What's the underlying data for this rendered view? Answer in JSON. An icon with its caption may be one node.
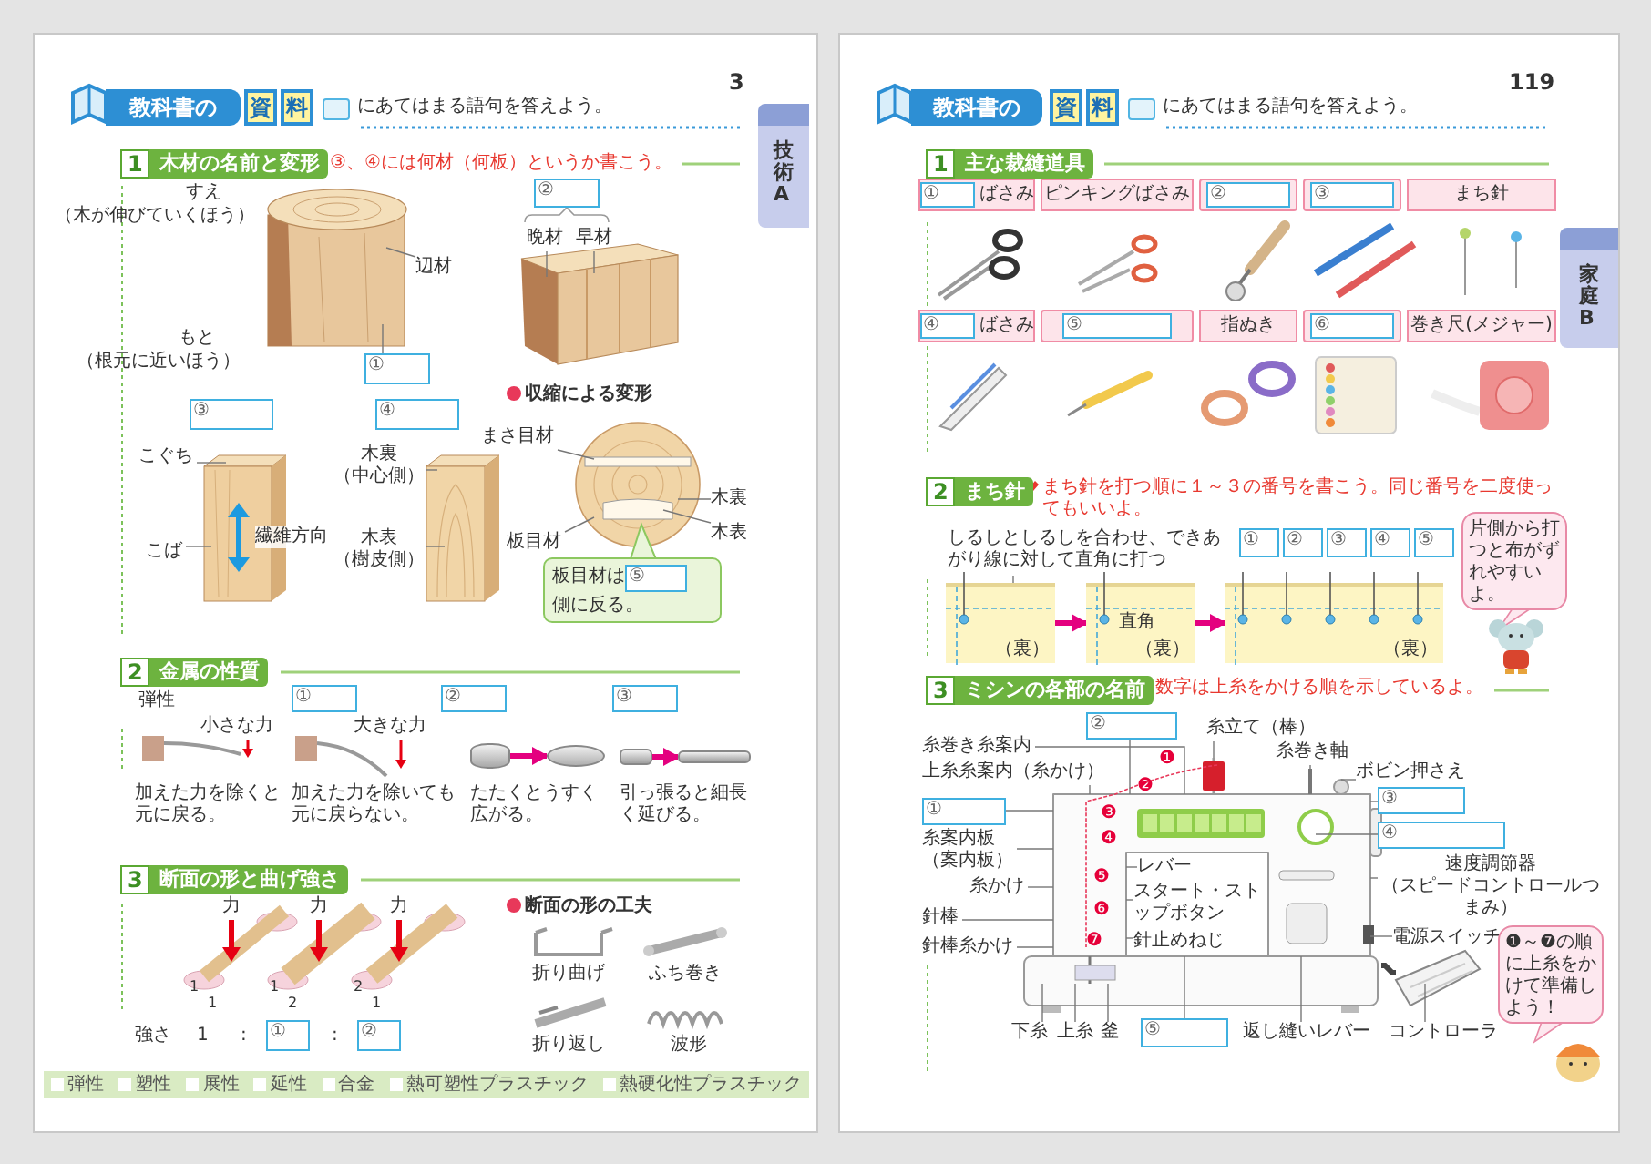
{
  "diagram": {
    "nodes": [
      {
        "text": [
          "教科書の"
        ]
      },
      {
        "text": [
          "資"
        ]
      },
      {
        "text": [
          "料"
        ]
      },
      {
        "text": [],
        "shape": "box"
      },
      {
        "text": [
          "技術A"
        ]
      },
      {
        "text": [
          "1",
          "木材の名前と変形"
        ]
      },
      {
        "text": [
          "辺材"
        ]
      },
      {
        "text": [
          "①"
        ]
      },
      {
        "text": [
          "②"
        ]
      },
      {
        "text": [
          "晩材"
        ]
      },
      {
        "text": [
          "早材"
        ]
      },
      {
        "text": [
          "③"
        ]
      },
      {
        "text": [
          "④"
        ]
      },
      {
        "text": [
          "こぐち"
        ]
      },
      {
        "text": [
          "こば"
        ]
      },
      {
        "text": [
          "木裏",
          "（中心側）"
        ]
      },
      {
        "text": [
          "木表",
          "（樹皮側）"
        ]
      },
      {
        "text": [
          "まさ目材"
        ]
      },
      {
        "text": [
          "板目材"
        ]
      },
      {
        "text": [
          "木裏"
        ]
      },
      {
        "text": [
          "木表"
        ]
      },
      {
        "text": [
          "板目材は",
          "側に反る。"
        ]
      },
      {
        "text": [
          "⑤"
        ],
        "in": 21
      },
      {
        "text": [
          "2",
          "金属の性質"
        ]
      },
      {
        "text": [
          "①"
        ]
      },
      {
        "text": [
          "②"
        ]
      },
      {
        "text": [
          "③"
        ]
      },
      {
        "text": [],
        "shape": "cylinder"
      },
      {
        "text": [],
        "shape": "disc"
      },
      {
        "text": [],
        "shape": "bar"
      },
      {
        "text": [],
        "shape": "bar"
      },
      {
        "text": [
          "3",
          "断面の形と曲げ強さ"
        ]
      },
      {
        "text": [
          "①"
        ]
      },
      {
        "text": [
          "②"
        ]
      },
      {
        "text": [
          "弾性",
          "塑性",
          "展性",
          "延性",
          "合金",
          "熱可塑性プラスチック",
          "熱硬化性プラスチック"
        ]
      },
      {
        "text": [
          "教科書の"
        ]
      },
      {
        "text": [
          "資"
        ]
      },
      {
        "text": [
          "料"
        ]
      },
      {
        "text": [],
        "shape": "box"
      },
      {
        "text": [
          "家庭B"
        ]
      },
      {
        "text": [
          "1",
          "主な裁縫道具"
        ]
      },
      {
        "text": [
          "ばさみ"
        ]
      },
      {
        "text": [
          "①"
        ],
        "in": 41
      },
      {
        "text": [
          "ピンキングばさみ"
        ]
      },
      {
        "text": [],
        "shape": "box"
      },
      {
        "text": [
          "②"
        ],
        "in": 44
      },
      {
        "text": [],
        "shape": "box"
      },
      {
        "text": [
          "③"
        ],
        "in": 46
      },
      {
        "text": [
          "まち針"
        ]
      },
      {
        "text": [
          "ばさみ"
        ]
      },
      {
        "text": [
          "④"
        ],
        "in": 49
      },
      {
        "text": [],
        "shape": "box"
      },
      {
        "text": [
          "⑤"
        ],
        "in": 51
      },
      {
        "text": [
          "指ぬき"
        ]
      },
      {
        "text": [],
        "shape": "box"
      },
      {
        "text": [
          "⑥"
        ],
        "in": 54
      },
      {
        "text": [
          "巻き尺(メジャー)"
        ]
      },
      {
        "text": [
          "2",
          "まち針"
        ]
      },
      {
        "text": [
          "しるしとしるしを合わせ、できあがり線に対して直角に打つ"
        ]
      },
      {
        "text": [
          "①"
        ]
      },
      {
        "text": [
          "②"
        ]
      },
      {
        "text": [
          "③"
        ]
      },
      {
        "text": [
          "④"
        ]
      },
      {
        "text": [
          "⑤"
        ]
      },
      {
        "text": [
          "片側から打つと布がずれやすいよ。"
        ]
      },
      {
        "text": [
          "（裏）"
        ]
      },
      {
        "text": [
          "直角",
          "（裏）"
        ]
      },
      {
        "text": [
          "（裏）"
        ]
      },
      {
        "text": [
          "3",
          "ミシンの各部の名前"
        ]
      },
      {
        "text": [
          "糸巻き糸案内"
        ]
      },
      {
        "text": [
          "上糸糸案内（糸かけ）"
        ]
      },
      {
        "text": [
          "①"
        ]
      },
      {
        "text": [
          "糸案内板（案内板）"
        ]
      },
      {
        "text": [
          "糸かけ"
        ]
      },
      {
        "text": [
          "針棒"
        ]
      },
      {
        "text": [
          "針棒糸かけ"
        ]
      },
      {
        "text": [
          "②"
        ]
      },
      {
        "text": [
          "糸立て（棒）"
        ]
      },
      {
        "text": [
          "糸巻き軸"
        ]
      },
      {
        "text": [
          "ボビン押さえ"
        ]
      },
      {
        "text": [
          "③"
        ]
      },
      {
        "text": [
          "④"
        ]
      },
      {
        "text": [
          "速度調節器",
          "（スピードコントロールつまみ）"
        ]
      },
      {
        "text": [
          "電源スイッチ"
        ]
      },
      {
        "text": [
          "レバー"
        ]
      },
      {
        "text": [
          "スタート・ストップボタン"
        ]
      },
      {
        "text": [
          "針止めねじ"
        ]
      },
      {
        "text": [
          "下糸"
        ]
      },
      {
        "text": [
          "上糸"
        ]
      },
      {
        "text": [
          "釜"
        ]
      },
      {
        "text": [
          "⑤"
        ]
      },
      {
        "text": [
          "返し縫いレバー"
        ]
      },
      {
        "text": [
          "コントローラ"
        ]
      },
      {
        "text": [
          "❶～❼の順に上糸をかけて準備しよう！"
        ]
      },
      {
        "text": [],
        "shape": "picture"
      },
      {
        "text": [],
        "shape": "picture"
      },
      {
        "text": [],
        "shape": "picture"
      },
      {
        "text": [],
        "shape": "picture"
      },
      {
        "text": [],
        "shape": "picture"
      },
      {
        "text": [],
        "shape": "picture"
      },
      {
        "text": [],
        "shape": "picture"
      }
    ],
    "edges": [
      {
        "from": 6,
        "to": 94,
        "arrow": "none"
      },
      {
        "from": 7,
        "to": 94,
        "arrow": "none"
      },
      {
        "from": 9,
        "to": 95,
        "arrow": "none"
      },
      {
        "from": 10,
        "to": 95,
        "arrow": "none"
      },
      {
        "from": 13,
        "to": 96,
        "arrow": "none"
      },
      {
        "from": 14,
        "to": 96,
        "arrow": "none"
      },
      {
        "from": 15,
        "to": 97,
        "arrow": "none"
      },
      {
        "from": 16,
        "to": 97,
        "arrow": "none"
      },
      {
        "from": 17,
        "to": 98,
        "arrow": "none"
      },
      {
        "from": 18,
        "to": 98,
        "arrow": "none"
      },
      {
        "from": 19,
        "to": 98,
        "arrow": "none"
      },
      {
        "from": 20,
        "to": 98,
        "arrow": "none"
      },
      {
        "from": 27,
        "to": 28,
        "arrow": "to",
        "style": "thick",
        "color": "#e4007f"
      },
      {
        "from": 29,
        "to": 30,
        "arrow": "to",
        "style": "thick",
        "color": "#e4007f"
      },
      {
        "from": 58,
        "to": 65,
        "arrow": "none"
      },
      {
        "from": 65,
        "to": 66,
        "arrow": "to",
        "style": "thick",
        "color": "#e4007f"
      },
      {
        "from": 66,
        "to": 67,
        "arrow": "to",
        "style": "thick",
        "color": "#e4007f"
      },
      {
        "from": 69,
        "to": 99,
        "arrow": "none"
      },
      {
        "from": 70,
        "to": 99,
        "arrow": "none"
      },
      {
        "from": 71,
        "to": 99,
        "arrow": "none"
      },
      {
        "from": 72,
        "to": 99,
        "arrow": "none"
      },
      {
        "from": 73,
        "to": 99,
        "arrow": "none"
      },
      {
        "from": 74,
        "to": 99,
        "arrow": "none"
      },
      {
        "from": 75,
        "to": 99,
        "arrow": "none"
      },
      {
        "from": 76,
        "to": 99,
        "arrow": "none"
      },
      {
        "from": 77,
        "to": 99,
        "arrow": "none"
      },
      {
        "from": 78,
        "to": 99,
        "arrow": "none"
      },
      {
        "from": 79,
        "to": 99,
        "arrow": "none"
      },
      {
        "from": 80,
        "to": 99,
        "arrow": "none"
      },
      {
        "from": 81,
        "to": 99,
        "arrow": "none"
      },
      {
        "from": 82,
        "to": 99,
        "arrow": "none"
      },
      {
        "from": 83,
        "to": 99,
        "arrow": "none"
      },
      {
        "from": 84,
        "to": 99,
        "arrow": "none"
      },
      {
        "from": 85,
        "to": 99,
        "arrow": "none"
      },
      {
        "from": 86,
        "to": 99,
        "arrow": "none"
      },
      {
        "from": 87,
        "to": 99,
        "arrow": "none"
      },
      {
        "from": 88,
        "to": 99,
        "arrow": "none"
      },
      {
        "from": 89,
        "to": 99,
        "arrow": "none"
      },
      {
        "from": 90,
        "to": 99,
        "arrow": "none"
      },
      {
        "from": 91,
        "to": 99,
        "arrow": "none"
      },
      {
        "from": 92,
        "to": 100,
        "arrow": "none"
      },
      {
        "from": 99,
        "to": 100,
        "arrow": "none",
        "style": "thick",
        "color": "#444444"
      }
    ],
    "labels": [
      "3",
      "にあてはまる語句を答えよう。",
      "③、④には何材（何板）というか書こう。",
      "すえ",
      "（木が伸びていくほう）",
      "もと",
      "（根元に近いほう）",
      "繊維方向",
      "収縮による変形",
      "弾性",
      "小さな力",
      "大きな力",
      "加えた力を除くと元に戻る。",
      "加えた力を除いても元に戻らない。",
      "たたくとうすく広がる。",
      "引っ張ると細長く延びる。",
      "力",
      "力",
      "力",
      "1",
      "1",
      "1",
      "2",
      "2",
      "1",
      "強さ",
      "1",
      ":",
      ":",
      "断面の形の工夫",
      "折り曲げ",
      "ふち巻き",
      "折り返し",
      "波形",
      "119",
      "にあてはまる語句を答えよう。",
      "まち針を打つ順に１～３の番号を書こう。同じ番号を二度使ってもいいよ。",
      "数字は上糸をかける順を示しているよ。",
      "❶",
      "❷",
      "❸",
      "❹",
      "❺",
      "❻",
      "❼"
    ]
  }
}
